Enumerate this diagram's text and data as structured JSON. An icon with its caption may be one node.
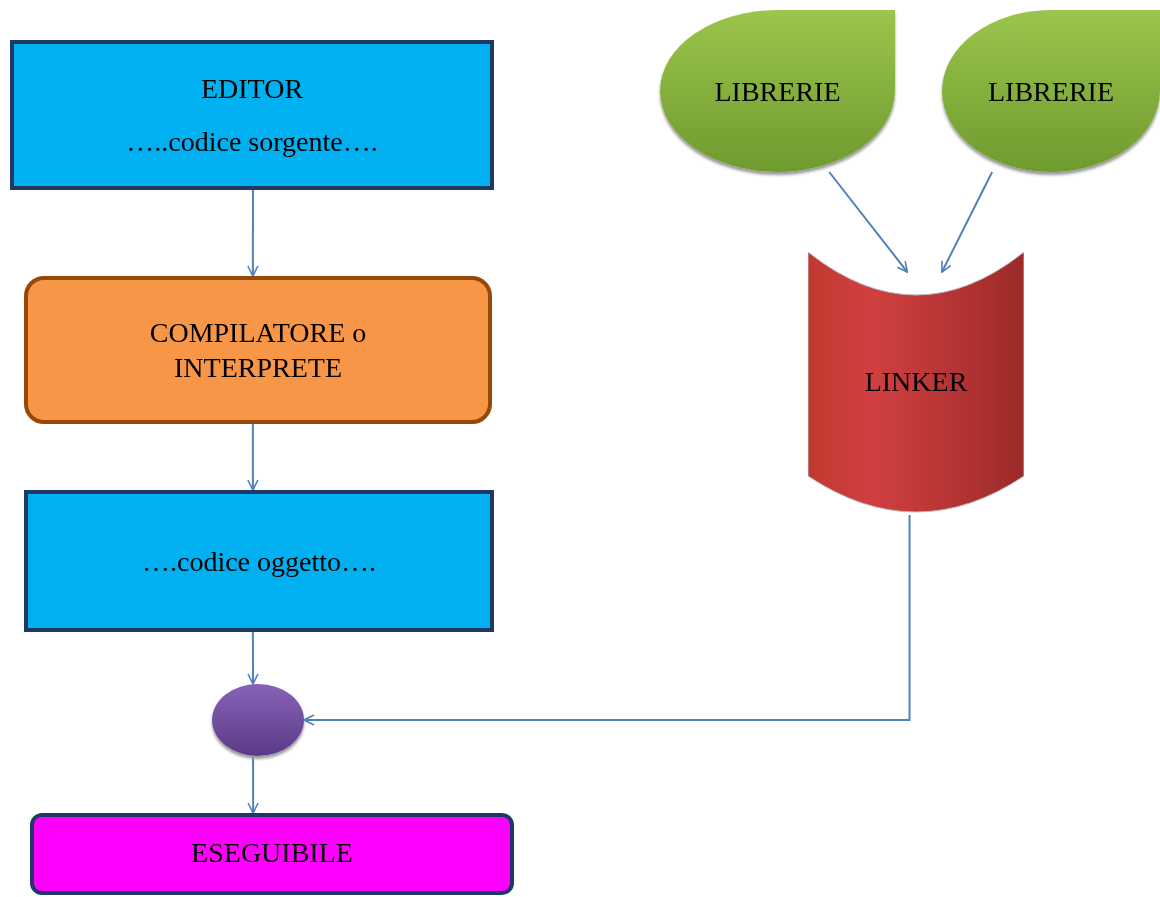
{
  "diagram": {
    "nodes": [
      {
        "text": [
          "EDITOR",
          "…..codice sorgente…."
        ]
      },
      {
        "text": [
          "COMPILATORE o INTERPRETE"
        ]
      },
      {
        "text": [
          "….codice oggetto…."
        ]
      },
      {
        "text": [
          "LIBRERIE"
        ]
      },
      {
        "text": [
          "LIBRERIE"
        ]
      },
      {
        "text": [
          "LINKER"
        ]
      },
      {
        "text": [],
        "shape": "circle"
      },
      {
        "text": [
          "ESEGUIBILE"
        ]
      }
    ],
    "edges": [
      {
        "from": 0,
        "to": 1,
        "arrow": "to"
      },
      {
        "from": 1,
        "to": 2,
        "arrow": "to"
      },
      {
        "from": 2,
        "to": 6,
        "arrow": "to"
      },
      {
        "from": 3,
        "to": 5,
        "arrow": "to"
      },
      {
        "from": 4,
        "to": 5,
        "arrow": "to"
      },
      {
        "from": 5,
        "to": 6,
        "arrow": "to"
      },
      {
        "from": 6,
        "to": 7,
        "arrow": "to"
      }
    ]
  }
}
